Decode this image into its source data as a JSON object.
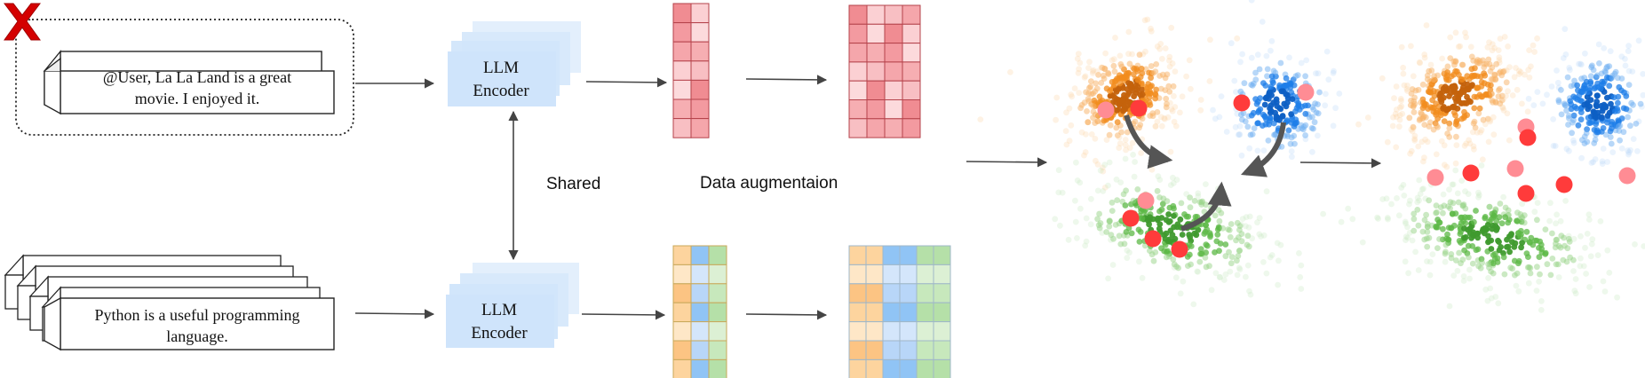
{
  "top_text": {
    "line1": "@User, La La Land is a great",
    "line2": "movie. I enjoyed it."
  },
  "bottom_text": {
    "line1": "Python is a useful programming",
    "line2": "language."
  },
  "encoder": {
    "line1": "LLM",
    "line2": "Encoder"
  },
  "labels": {
    "shared": "Shared",
    "augmentation": "Data augmentaion"
  },
  "colors": {
    "reject_mark": "#d40000",
    "encoder_fill": "#cfe4fb",
    "red_cell": "#f4a4a8",
    "red_border": "#b5434b",
    "orange_cell": "#fdd49e",
    "blue_cell": "#90c4f5",
    "green_cell": "#b5e0a8",
    "orange_cluster": "#f28c1e",
    "blue_cluster": "#1e7ee8",
    "green_cluster": "#5cb845",
    "red_point": "#ff3b3b",
    "pink_point": "#ff8c94",
    "arrow": "#444444"
  }
}
